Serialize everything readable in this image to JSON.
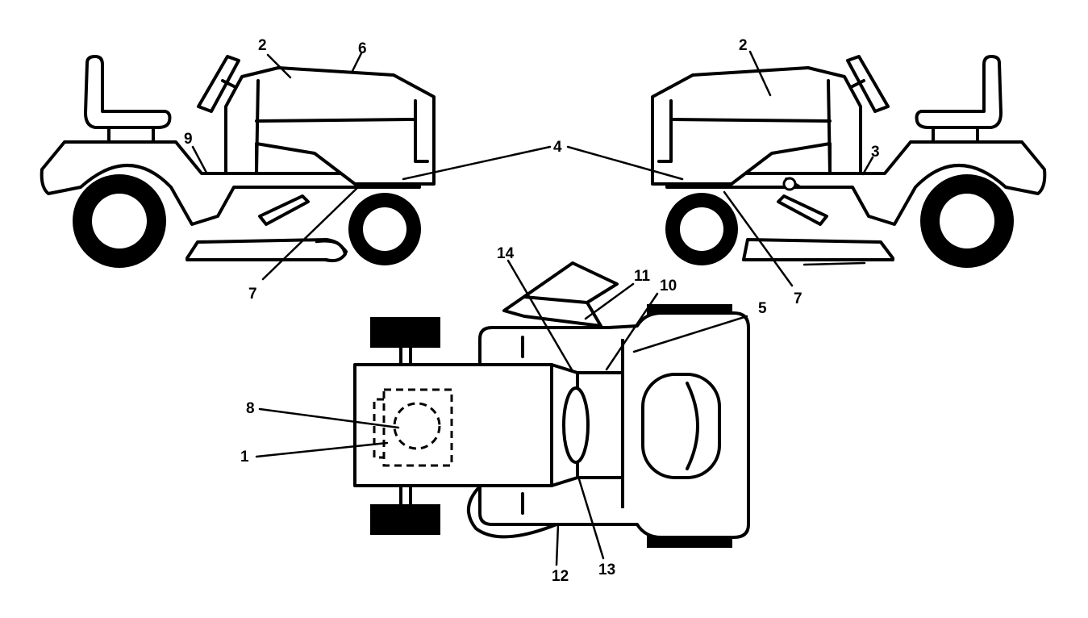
{
  "diagram": {
    "labels": {
      "left_2": "2",
      "left_6": "6",
      "left_9": "9",
      "left_7": "7",
      "center_4": "4",
      "right_2": "2",
      "right_3": "3",
      "right_7": "7",
      "top_14": "14",
      "top_11": "11",
      "top_10": "10",
      "top_5": "5",
      "top_8": "8",
      "top_1": "1",
      "top_12": "12",
      "top_13": "13"
    }
  }
}
